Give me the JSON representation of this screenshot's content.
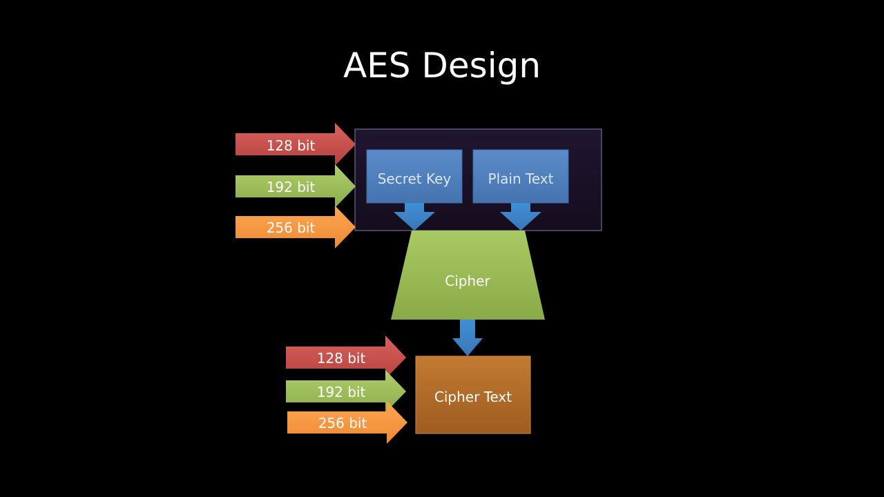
{
  "title": "AES Design",
  "top_key_sizes": [
    "128 bit",
    "192 bit",
    "256 bit"
  ],
  "input_box": {
    "secret_key": "Secret Key",
    "plain_text": "Plain Text"
  },
  "cipher": "Cipher",
  "cipher_text": "Cipher Text",
  "bottom_key_sizes": [
    "128 bit",
    "192 bit",
    "256 bit"
  ],
  "colors": {
    "background": "#000000",
    "red_arrow": "#c0504d",
    "green_arrow": "#9bbb59",
    "orange_arrow": "#f79646",
    "blue_box": "#4f81bd",
    "container": "#1c1226",
    "cipher_trapezoid": "#9bbb59",
    "cipher_text_box": "#b5702a"
  }
}
